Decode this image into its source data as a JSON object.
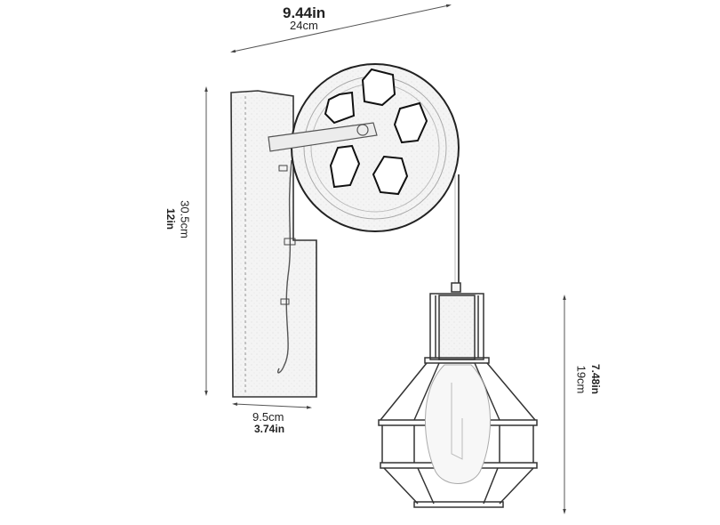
{
  "figure": {
    "subject": "Pulley wall sconce with caged pendant lamp",
    "stroke_color": "#222222",
    "fill_color": "#f3f3f3",
    "dimension_line_color": "#555555"
  },
  "dimensions": {
    "width_overall": {
      "imperial": "9.44in",
      "metric": "24cm"
    },
    "height_overall": {
      "metric": "30.5cm",
      "imperial": "12in"
    },
    "backplate_width": {
      "metric": "9.5cm",
      "imperial": "3.74in"
    },
    "lamp_height": {
      "imperial": "7.48in",
      "metric": "19cm"
    }
  }
}
